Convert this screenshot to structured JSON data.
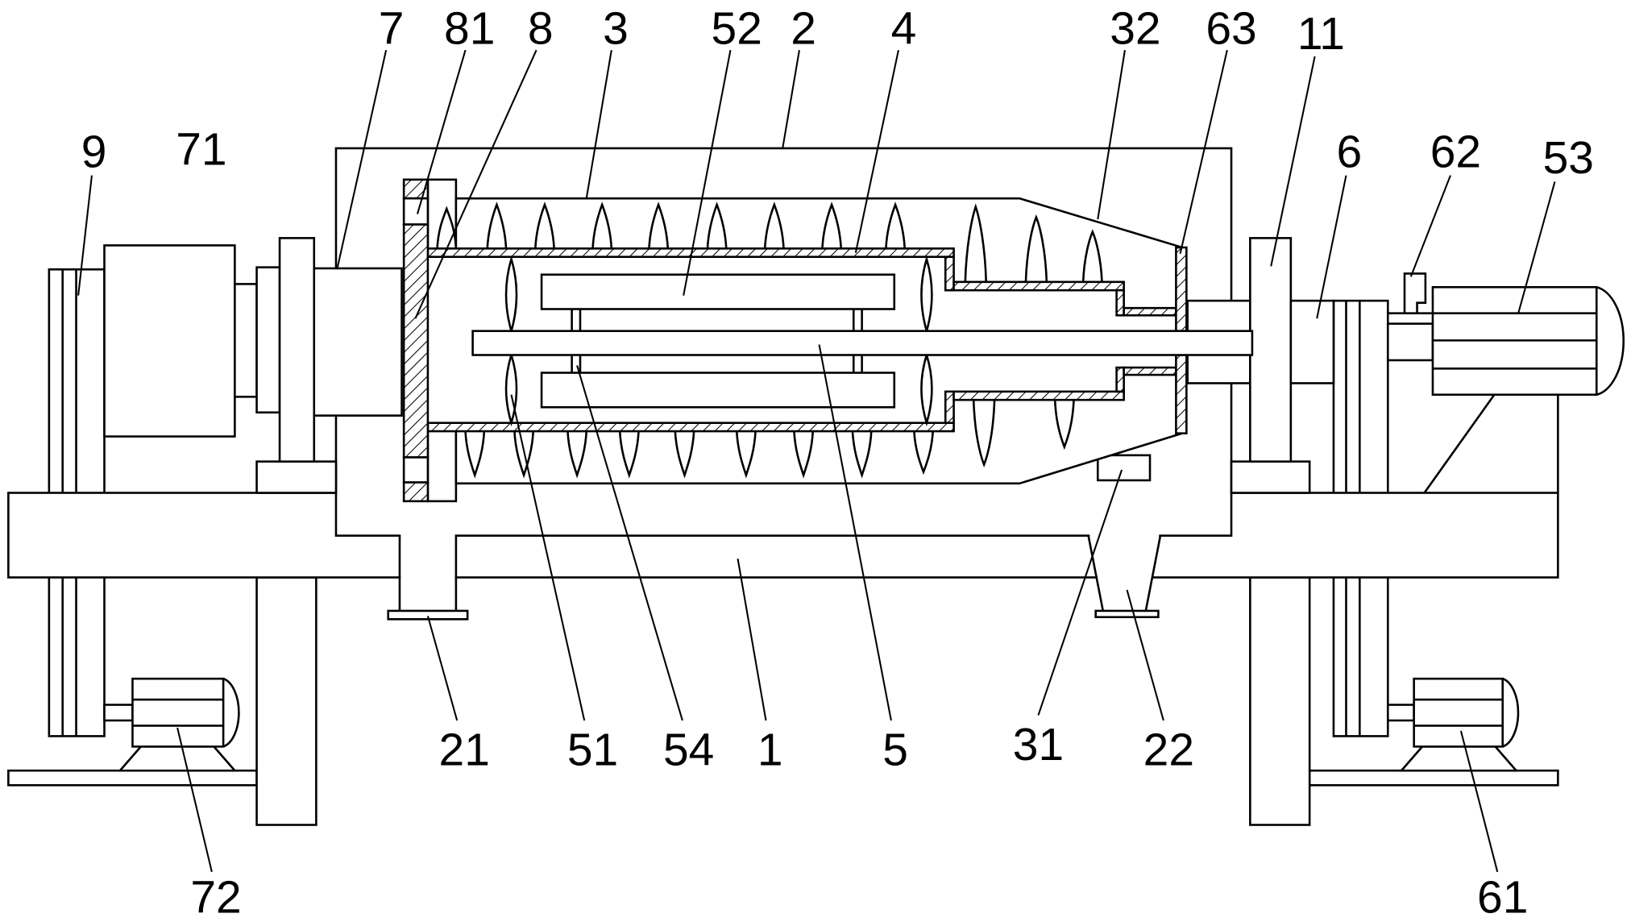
{
  "callouts": {
    "c7": "7",
    "c81": "81",
    "c8": "8",
    "c3": "3",
    "c52": "52",
    "c2": "2",
    "c4": "4",
    "c32": "32",
    "c63": "63",
    "c11": "11",
    "c9": "9",
    "c71": "71",
    "c6": "6",
    "c62": "62",
    "c53": "53",
    "c21": "21",
    "c51": "51",
    "c54": "54",
    "c1": "1",
    "c5": "5",
    "c31": "31",
    "c22": "22",
    "c72": "72",
    "c61": "61"
  }
}
